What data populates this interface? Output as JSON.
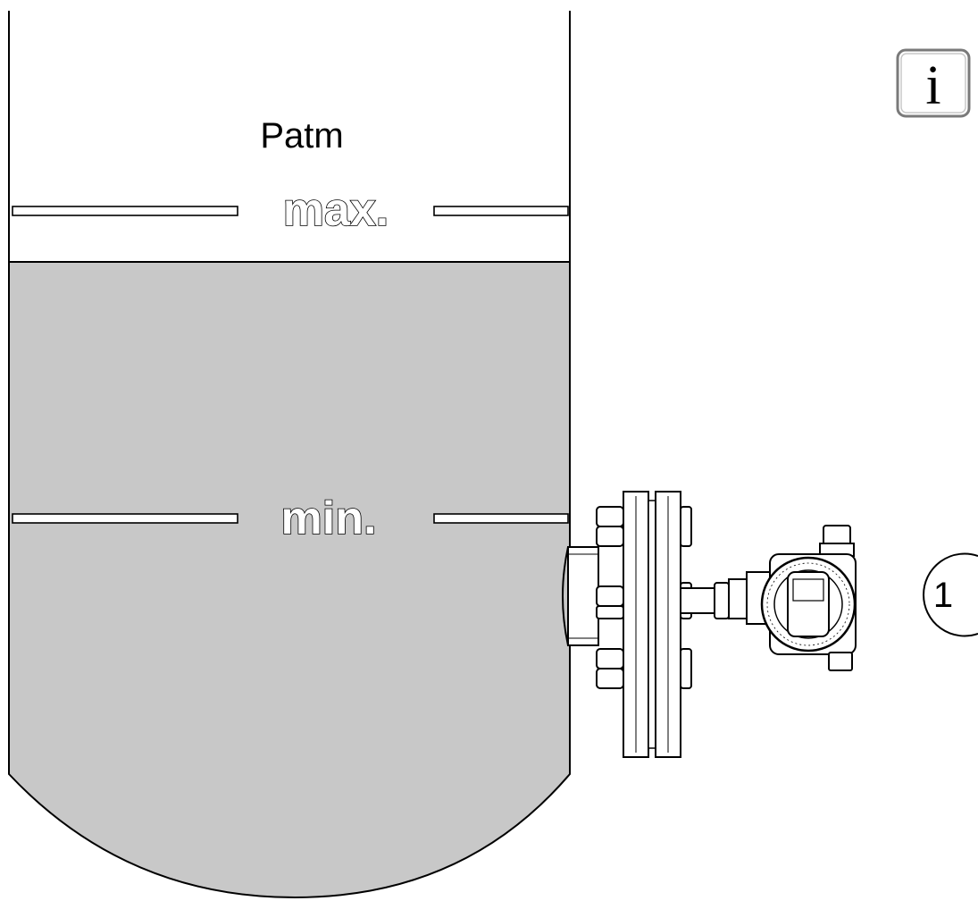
{
  "labels": {
    "patm": "Patm",
    "max": "max.",
    "min": "min.",
    "info": "i",
    "callout_1": "1"
  },
  "colors": {
    "liquid": "#c8c8c8",
    "background": "#ffffff",
    "line": "#000000"
  },
  "icons": {
    "info": "info-icon",
    "callout": "numbered-callout-circle"
  }
}
